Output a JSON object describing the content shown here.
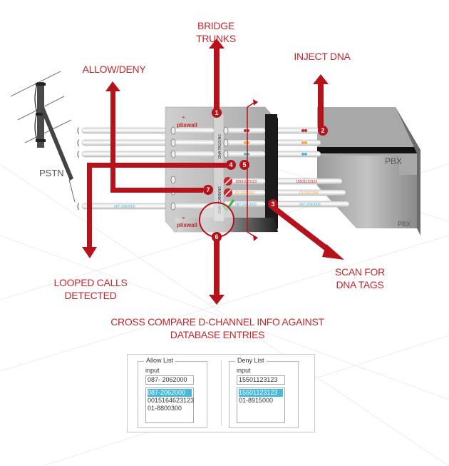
{
  "labels": {
    "bridge_trunks": "BRIDGE TRUNKS",
    "inject_dna": "INJECT DNA",
    "allow_deny": "ALLOW/DENY",
    "pstn": "PSTN",
    "pbx_top": "PBX",
    "pbx_bottom": "PBX",
    "looped_calls": "LOOPED CALLS DETECTED",
    "scan_for_dna": "SCAN FOR DNA TAGS",
    "cross_compare": "CROSS COMPARE D-CHANNEL INFO AGAINST DATABASE ENTRIES"
  },
  "device": {
    "brand_top": "plixwall",
    "brand_bottom": "plixwall",
    "strip_tagging": "DNA TAGGING",
    "strip_scanning": "DNA SCANNING"
  },
  "steps": [
    "1",
    "2",
    "3",
    "4",
    "5",
    "6",
    "7"
  ],
  "cables": {
    "left_bottom": "087-2062000",
    "inner": [
      "15501123123",
      "01-2057999",
      "087-2062000"
    ],
    "outer": [
      "15501123123",
      "01-2057999",
      "087-2062000"
    ]
  },
  "colors": {
    "accent": "#b5121b",
    "tag_red": "#c1272d",
    "tag_orange": "#f2a83a",
    "tag_blue": "#4ab8d8",
    "check_green": "#3bb54a"
  },
  "lists": {
    "allow": {
      "title": "Allow List",
      "input_label": "input",
      "input_value": "087- 2062000",
      "items": [
        "087-2062000",
        "0015164623123",
        "01-8800300"
      ],
      "selected": 0
    },
    "deny": {
      "title": "Deny List",
      "input_label": "input",
      "input_value": "15501123123",
      "items": [
        "15501123123",
        "01-8915000"
      ],
      "selected": 0
    }
  }
}
